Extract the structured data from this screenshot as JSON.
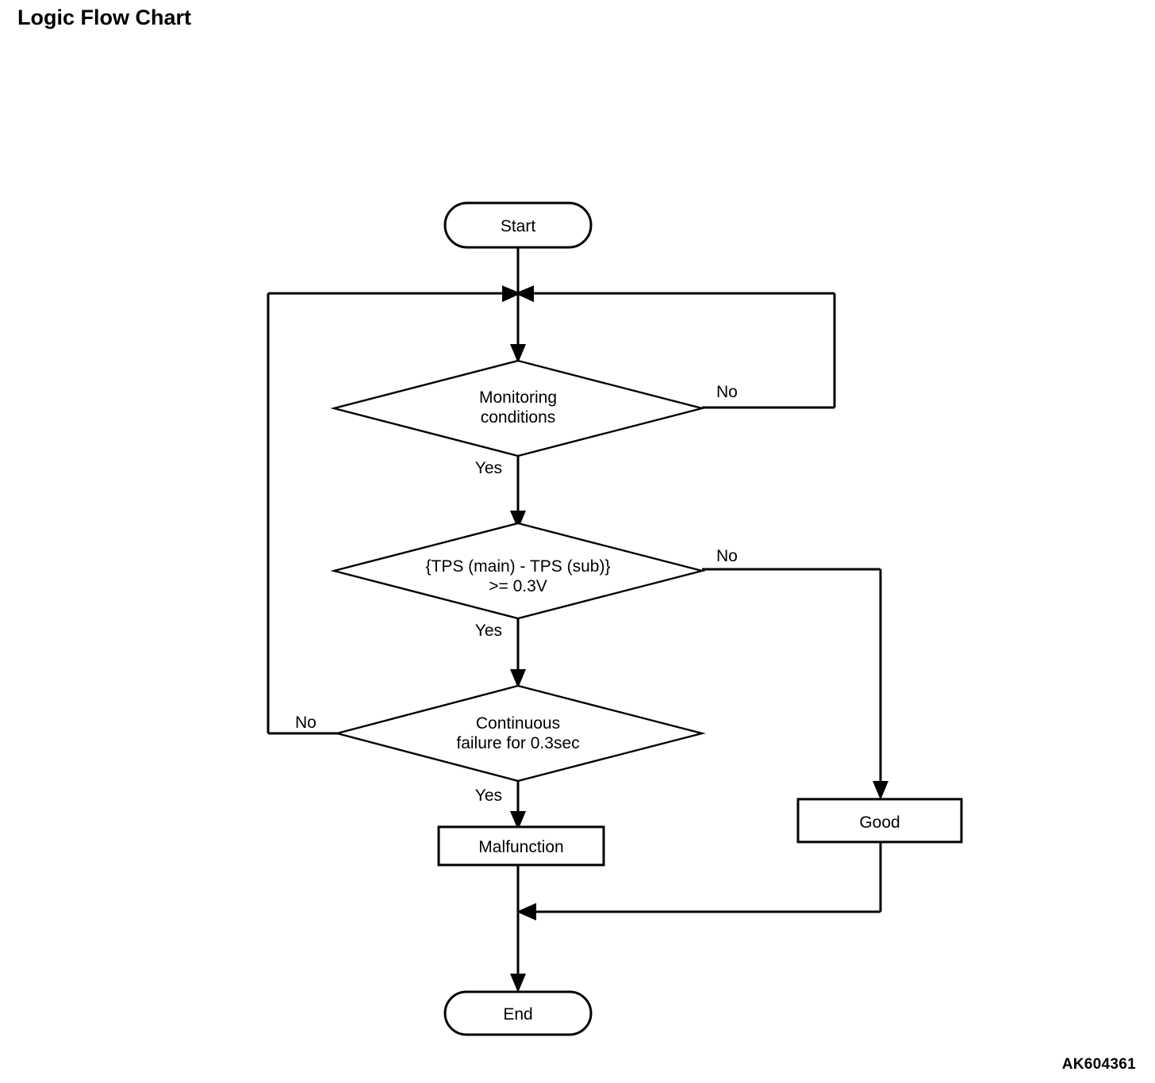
{
  "page": {
    "title": "Logic Flow Chart",
    "figure_code": "AK604361",
    "background_color": "#ffffff",
    "line_color": "#000000"
  },
  "chart_data": {
    "type": "flowchart",
    "title": "Logic Flow Chart",
    "nodes": [
      {
        "id": "start",
        "shape": "stadium",
        "label": "Start"
      },
      {
        "id": "monitoring",
        "shape": "diamond",
        "label_line1": "Monitoring",
        "label_line2": "conditions"
      },
      {
        "id": "tps",
        "shape": "diamond",
        "label_line1": "{TPS (main) - TPS (sub)}",
        "label_line2": ">= 0.3V"
      },
      {
        "id": "continuous",
        "shape": "diamond",
        "label_line1": "Continuous",
        "label_line2": "failure for 0.3sec"
      },
      {
        "id": "malfunction",
        "shape": "rectangle",
        "label": "Malfunction"
      },
      {
        "id": "good",
        "shape": "rectangle",
        "label": "Good"
      },
      {
        "id": "end",
        "shape": "stadium",
        "label": "End"
      }
    ],
    "edges": [
      {
        "from": "start",
        "to": "monitoring",
        "label": ""
      },
      {
        "from": "monitoring",
        "to": "tps",
        "label": "Yes"
      },
      {
        "from": "monitoring",
        "to": "start_junction",
        "label": "No"
      },
      {
        "from": "tps",
        "to": "continuous",
        "label": "Yes"
      },
      {
        "from": "tps",
        "to": "good",
        "label": "No"
      },
      {
        "from": "continuous",
        "to": "malfunction",
        "label": "Yes"
      },
      {
        "from": "continuous",
        "to": "start_junction",
        "label": "No"
      },
      {
        "from": "malfunction",
        "to": "end",
        "label": ""
      },
      {
        "from": "good",
        "to": "end",
        "label": ""
      }
    ]
  },
  "labels": {
    "start": "Start",
    "end": "End",
    "monitoring_line1": "Monitoring",
    "monitoring_line2": "conditions",
    "tps_line1": "{TPS (main) - TPS (sub)}",
    "tps_line2": ">= 0.3V",
    "continuous_line1": "Continuous",
    "continuous_line2": "failure for 0.3sec",
    "malfunction": "Malfunction",
    "good": "Good",
    "monitoring_no": "No",
    "monitoring_yes": "Yes",
    "tps_no": "No",
    "tps_yes": "Yes",
    "continuous_no": "No",
    "continuous_yes": "Yes"
  }
}
